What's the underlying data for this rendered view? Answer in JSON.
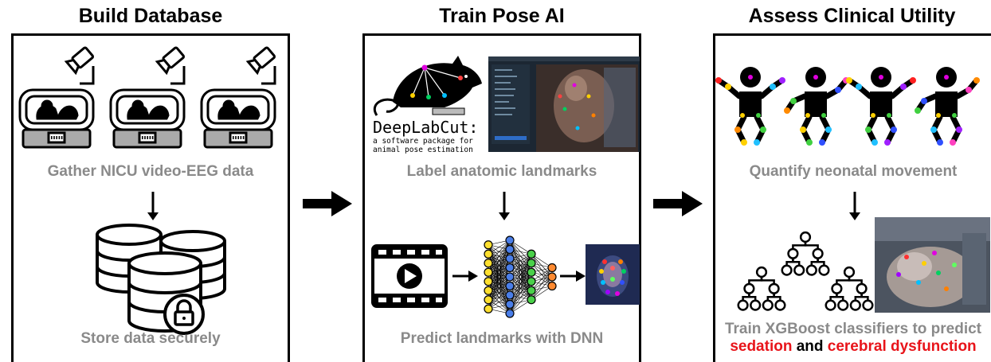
{
  "panels": [
    {
      "title": "Build Database",
      "step1": "Gather NICU video-EEG data",
      "step2": "Store data securely"
    },
    {
      "title": "Train Pose AI",
      "step1": "Label anatomic landmarks",
      "step2": "Predict landmarks with DNN",
      "dlc_name": "DeepLabCut:",
      "dlc_tagline": "a software package for\nanimal pose estimation"
    },
    {
      "title": "Assess Clinical Utility",
      "step1": "Quantify neonatal movement",
      "step2_line1": "Train XGBoost classifiers to predict",
      "step2_outcome_a": "sedation",
      "step2_connector": " and ",
      "step2_outcome_b": "cerebral dysfunction"
    }
  ],
  "colors": {
    "label_gray": "#8a8a8a",
    "outcome_red": "#e8141a",
    "keypoint_purple": "#e000e0"
  },
  "icons": [
    "camera-icon",
    "incubator-icon",
    "database-icon",
    "lock-icon",
    "video-play-icon",
    "neural-network-icon",
    "infant-pose-icon",
    "decision-tree-icon",
    "arrow-right-icon"
  ]
}
